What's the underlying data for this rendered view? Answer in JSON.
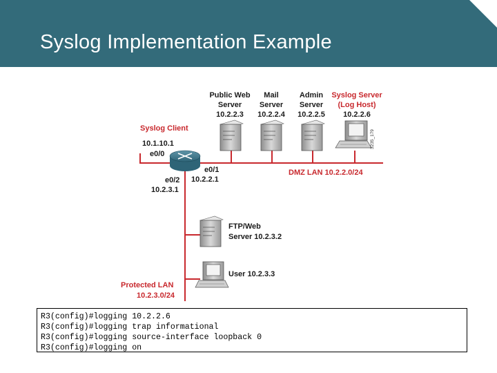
{
  "slide": {
    "title": "Syslog Implementation Example"
  },
  "diagram": {
    "servers": [
      {
        "line1": "Public Web",
        "line2": "Server",
        "line3": "10.2.2.3"
      },
      {
        "line1": "Mail",
        "line2": "Server",
        "line3": "10.2.2.4"
      },
      {
        "line1": "Admin",
        "line2": "Server",
        "line3": "10.2.2.5"
      },
      {
        "line1": "Syslog Server",
        "line2": "(Log Host)",
        "line3": "10.2.2.6"
      }
    ],
    "router": {
      "client_label": "Syslog Client",
      "loopback_ip": "10.1.10.1",
      "iface_e00": "e0/0",
      "iface_e01": "e0/1",
      "ip_e01": "10.2.2.1",
      "iface_e02": "e0/2",
      "ip_e02": "10.2.3.1"
    },
    "dmz_lan_label": "DMZ LAN 10.2.2.0/24",
    "ftp_server": {
      "line1": "FTP/Web",
      "line2": "Server 10.2.3.2"
    },
    "user": {
      "label": "User 10.2.3.3"
    },
    "protected_lan": {
      "line1": "Protected LAN",
      "line2": "10.2.3.0/24"
    },
    "figure_id": "3235_179"
  },
  "config": {
    "lines": [
      {
        "prompt": "R3(config)#logging",
        "arg": "10.2.2.6"
      },
      {
        "prompt": "R3(config)#logging",
        "arg": "trap informational"
      },
      {
        "prompt": "R3(config)#logging",
        "arg": "source-interface loopback 0"
      },
      {
        "prompt": "R3(config)#logging",
        "arg": "on"
      }
    ]
  }
}
